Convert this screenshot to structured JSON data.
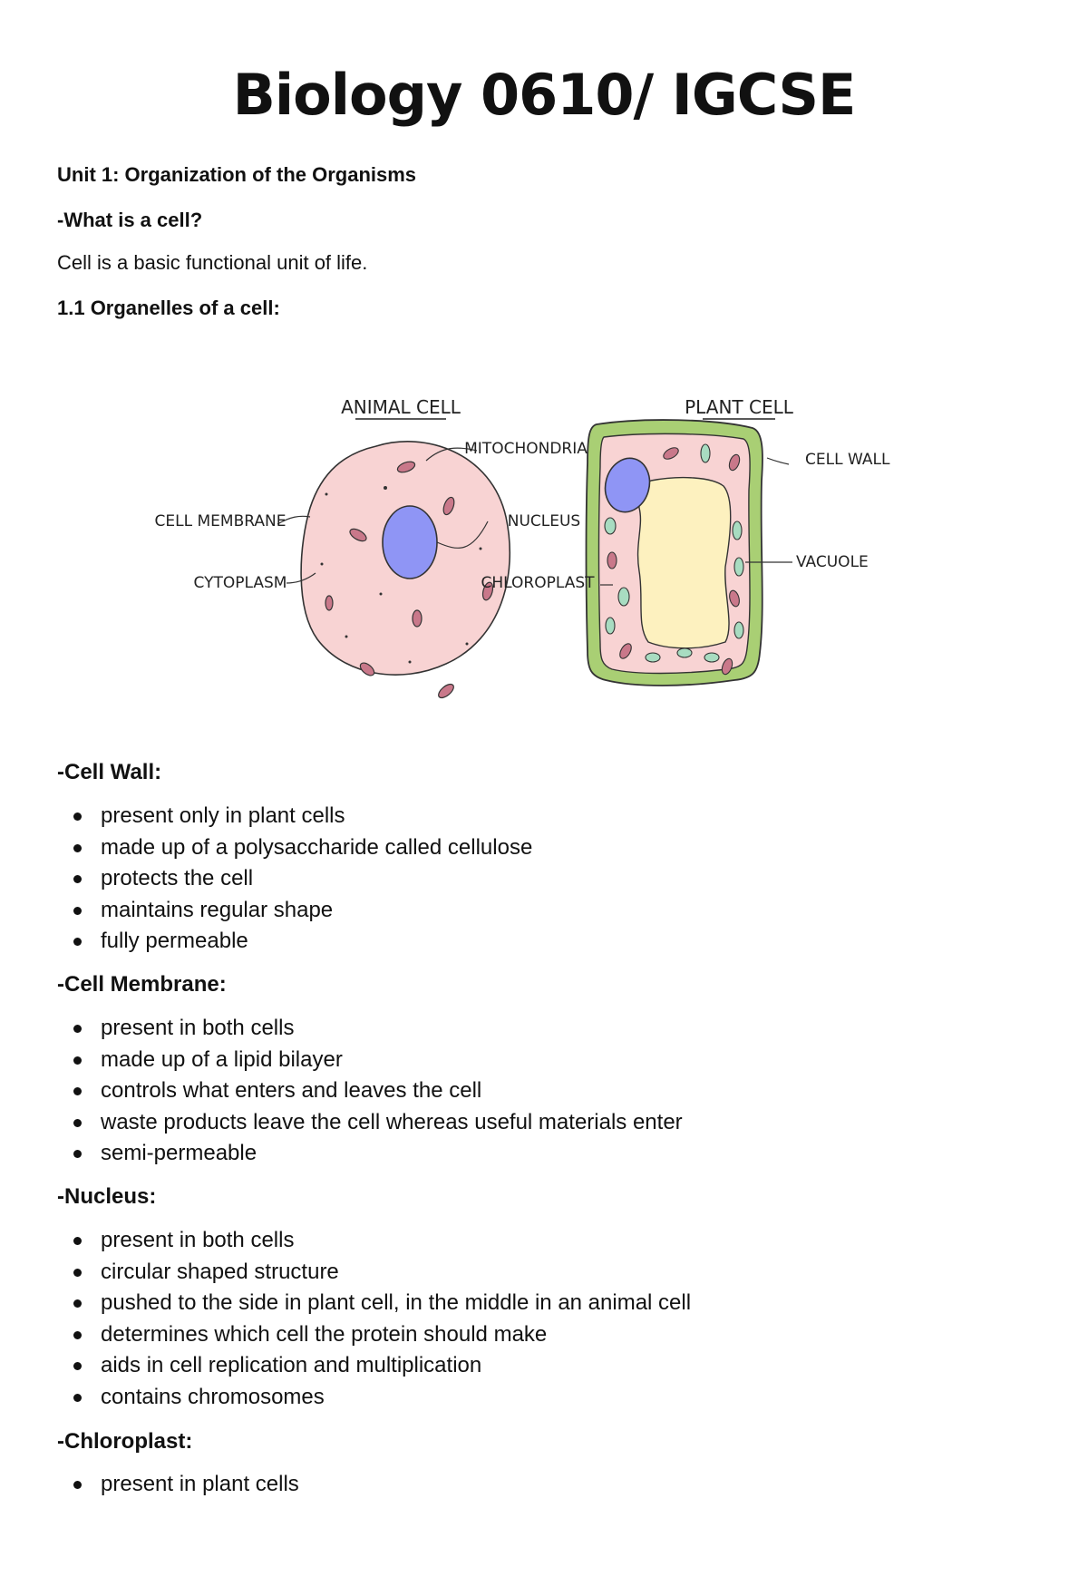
{
  "title": "Biology 0610/ IGCSE",
  "unit": "Unit 1: Organization of the Organisms",
  "question": "-What is a cell?",
  "definition": "Cell is a basic functional unit of life.",
  "organelles_heading": "1.1 Organelles of a cell:",
  "diagram": {
    "animal_title": "ANIMAL CELL",
    "plant_title": "PLANT CELL",
    "labels": {
      "mitochondria": "MITOCHONDRIA",
      "nucleus": "NUCLEUS",
      "cell_membrane": "CELL MEMBRANE",
      "cytoplasm": "CYTOPLASM",
      "chloroplast": "CHLOROPLAST",
      "cell_wall": "CELL WALL",
      "vacuole": "VACUOLE"
    },
    "colors": {
      "cytoplasm": "#f8d3d3",
      "nucleus": "#8f95f5",
      "cell_wall": "#a9cf74",
      "vacuole": "#fdf1bf",
      "chloroplast": "#a8dcc1",
      "mitochondria": "#c9788a"
    }
  },
  "sections": [
    {
      "heading": "-Cell Wall:",
      "items": [
        "present only in plant cells",
        "made up of a polysaccharide called cellulose",
        "protects the cell",
        "maintains regular shape",
        "fully permeable"
      ]
    },
    {
      "heading": "-Cell Membrane:",
      "items": [
        "present in both cells",
        "made up of a lipid bilayer",
        "controls what enters and leaves the cell",
        "waste products leave the cell whereas useful materials enter",
        "semi-permeable"
      ]
    },
    {
      "heading": "-Nucleus:",
      "items": [
        "present in both cells",
        "circular shaped structure",
        "pushed to the side in plant cell, in the middle in an animal cell",
        "determines which cell the protein should make",
        "aids in cell replication and multiplication",
        "contains chromosomes"
      ]
    },
    {
      "heading": "-Chloroplast:",
      "items": [
        "present in plant cells"
      ]
    }
  ]
}
